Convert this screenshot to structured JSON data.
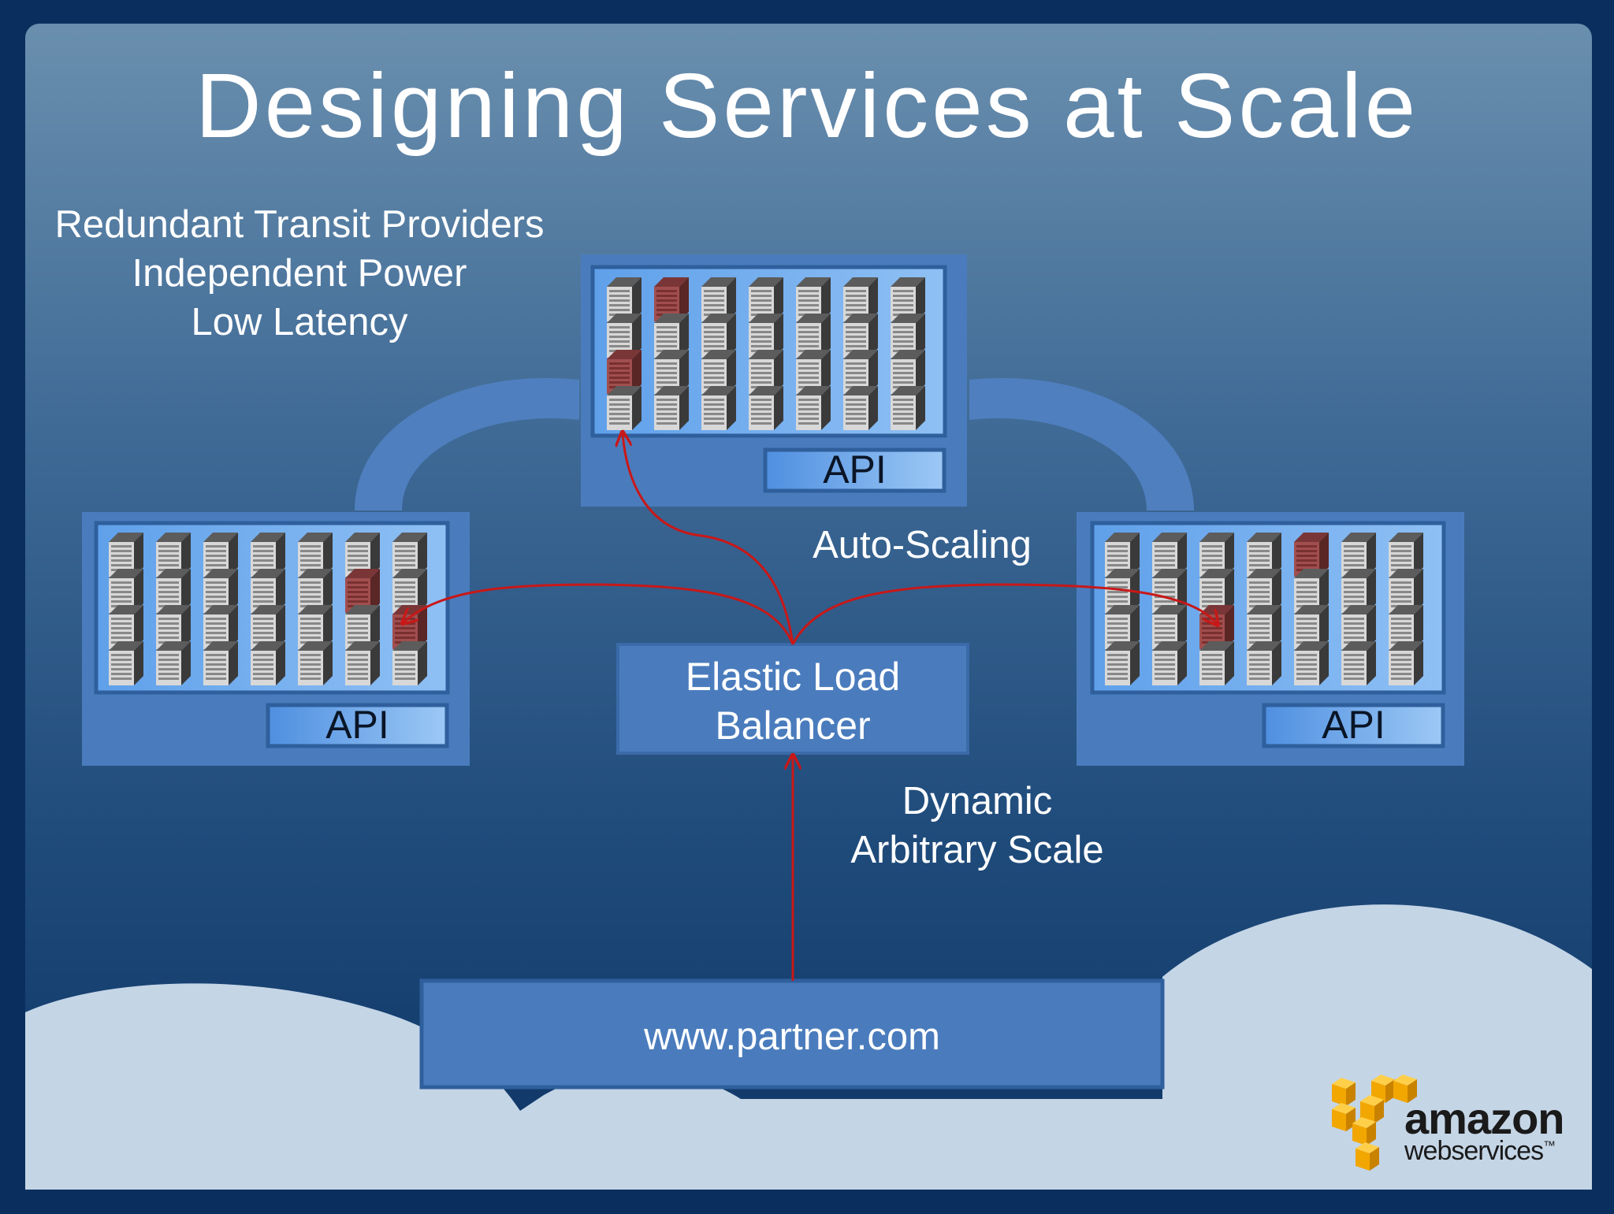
{
  "title": "Designing Services at Scale",
  "features": [
    "Redundant Transit Providers",
    "Independent Power",
    "Low Latency"
  ],
  "auto_scaling": "Auto-Scaling",
  "scale_text": [
    "Dynamic",
    "Arbitrary Scale"
  ],
  "load_balancer": [
    "Elastic Load",
    "Balancer"
  ],
  "partner_site": "www.partner.com",
  "api_label": "API",
  "logo": {
    "line1": "amazon",
    "line2": "webservices",
    "tm": "™"
  },
  "colors": {
    "background_top": "#6a8fae",
    "background_bottom": "#0d3565",
    "box": "#4a7cbd",
    "api_box": "#6aaaf0",
    "arrow": "#c81818",
    "cloud": "#c4d5e6",
    "highlight_server": "#a14e4e",
    "logo_orange": "#f2a600"
  }
}
